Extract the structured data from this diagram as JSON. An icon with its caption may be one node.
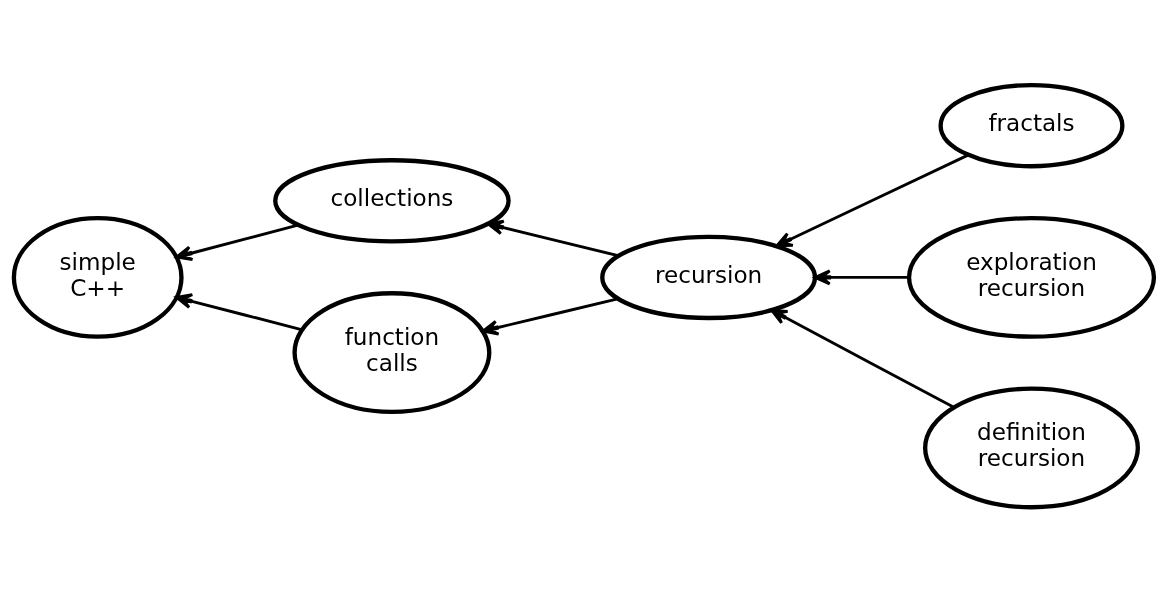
{
  "diagram": {
    "nodes": [
      {
        "text": [
          "simple C++"
        ]
      },
      {
        "text": [
          "collections"
        ]
      },
      {
        "text": [
          "function calls"
        ]
      },
      {
        "text": [
          "recursion"
        ]
      },
      {
        "text": [
          "fractals"
        ]
      },
      {
        "text": [
          "exploration recursion"
        ]
      },
      {
        "text": [
          "definition recursion"
        ]
      }
    ],
    "edges": [
      {
        "from": 1,
        "to": 0,
        "arrow": "to"
      },
      {
        "from": 2,
        "to": 0,
        "arrow": "to"
      },
      {
        "from": 3,
        "to": 1,
        "arrow": "to"
      },
      {
        "from": 3,
        "to": 2,
        "arrow": "to"
      },
      {
        "from": 4,
        "to": 3,
        "arrow": "to"
      },
      {
        "from": 5,
        "to": 3,
        "arrow": "to"
      },
      {
        "from": 6,
        "to": 3,
        "arrow": "to"
      }
    ]
  }
}
